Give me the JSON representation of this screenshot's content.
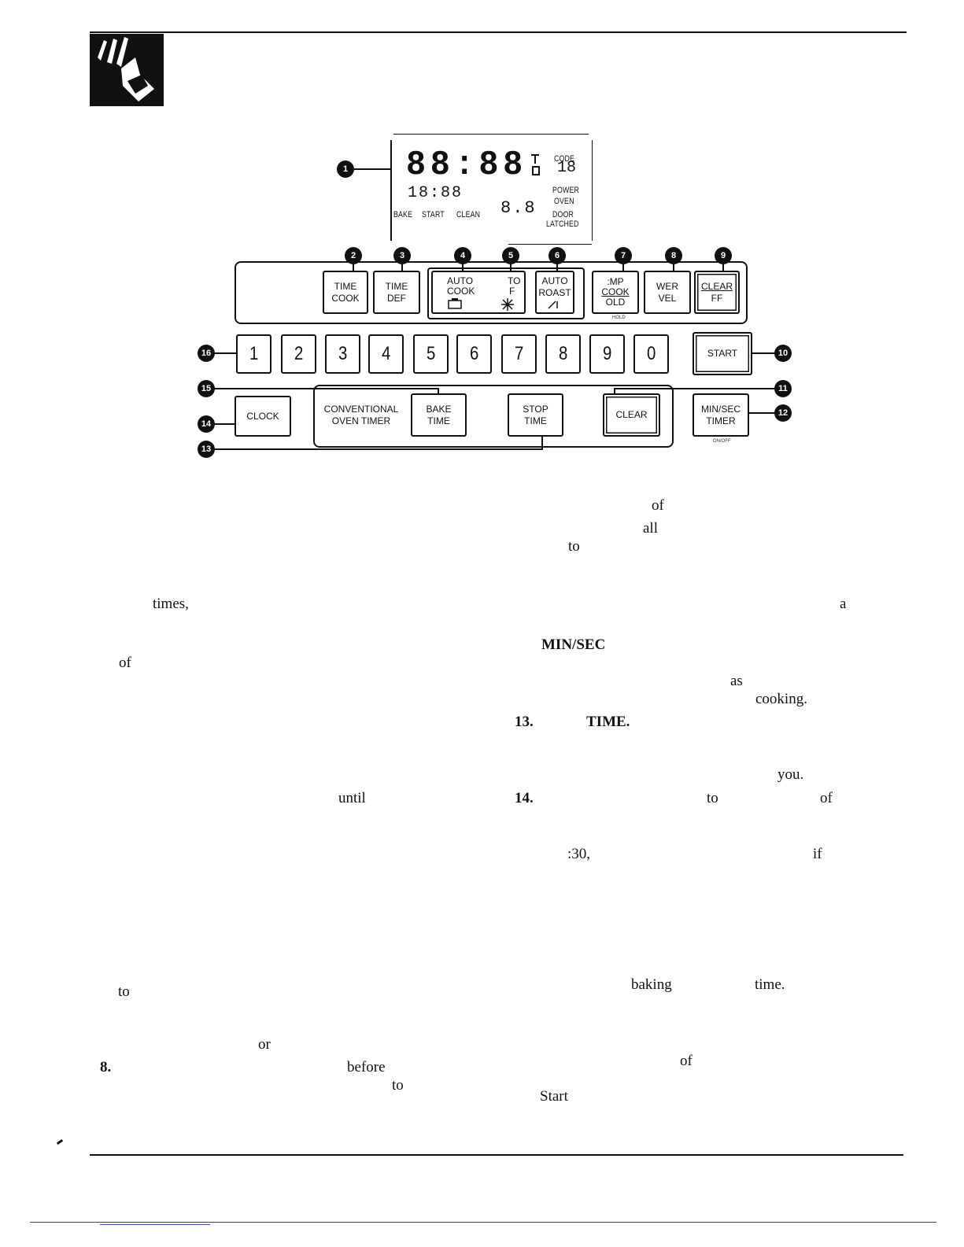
{
  "display": {
    "main_digits": "88:88",
    "small_digits": "18:88",
    "right_digits": "8.8",
    "code_digits": "18",
    "labels": {
      "code": "CODE",
      "power": "POWER",
      "oven": "OVEN",
      "door": "DOOR",
      "latched": "LATCHED",
      "bake": "BAKE",
      "start": "START",
      "clean": "CLEAN"
    }
  },
  "top_buttons": [
    {
      "line1": "TIME",
      "line2": "COOK"
    },
    {
      "line1": "TIME",
      "line2": "DEF"
    },
    {
      "line1": "AUTO",
      "line2": "COOK"
    },
    {
      "line1": "TO",
      "line2": "F"
    },
    {
      "line1": "AUTO",
      "line2": "ROAST"
    },
    {
      "line1": ":MP",
      "line2": "COOK",
      "line3": "OLD"
    },
    {
      "line1": "WER",
      "line2": "VEL"
    },
    {
      "line1": "CLEAR",
      "line2": "FF"
    }
  ],
  "hold_tiny": "HOLD",
  "number_keys": [
    "1",
    "2",
    "3",
    "4",
    "5",
    "6",
    "7",
    "8",
    "9",
    "0"
  ],
  "start_label": "START",
  "bottom": {
    "clock": "CLOCK",
    "conventional_line1": "CONVENTIONAL",
    "conventional_line2": "OVEN TIMER",
    "bake_line1": "BAKE",
    "bake_line2": "TIME",
    "stop_line1": "STOP",
    "stop_line2": "TIME",
    "clear": "CLEAR",
    "minsec_line1": "MIN/SEC",
    "minsec_line2": "TIMER",
    "onoff_tiny": "ON/OFF"
  },
  "callouts": [
    "1",
    "2",
    "3",
    "4",
    "5",
    "6",
    "7",
    "8",
    "9",
    "10",
    "11",
    "12",
    "13",
    "14",
    "15",
    "16"
  ],
  "text_fragments": {
    "of1": "of",
    "all": "all",
    "to1": "to",
    "times": "times,",
    "a": "a",
    "minsec": "MIN/SEC",
    "of2": "of",
    "as": "as",
    "cooking": "cooking.",
    "n13": "13.",
    "time": "TIME.",
    "you": "you.",
    "until": "until",
    "n14": "14.",
    "to2": "to",
    "of3": "of",
    "if": "if",
    "thirty": ":30,",
    "baking": "baking",
    "time2": "time.",
    "to3": "to",
    "or": "or",
    "n8": "8.",
    "before": "before",
    "of4": "of",
    "to4": "to",
    "start": "Start"
  }
}
